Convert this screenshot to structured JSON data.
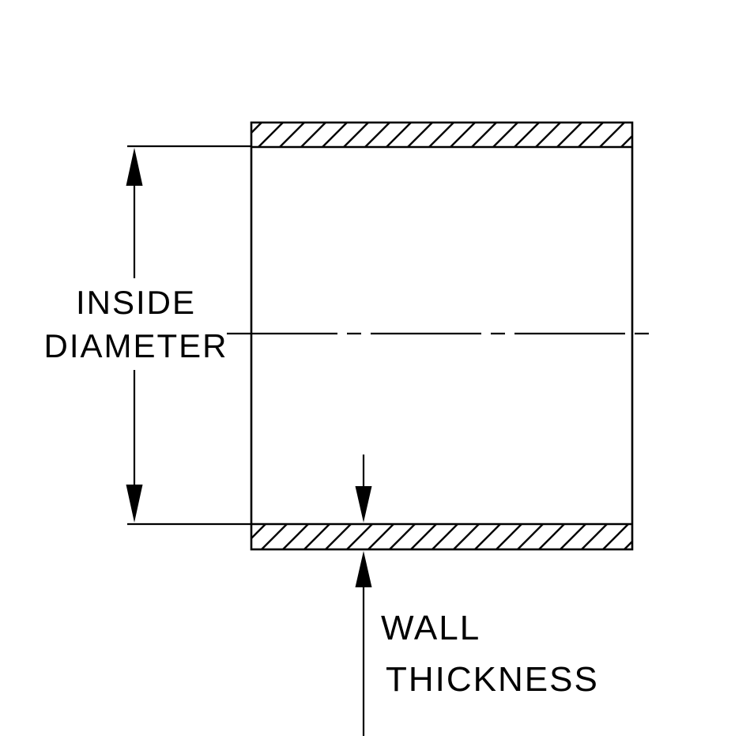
{
  "diagram": {
    "type": "technical-cross-section",
    "subject": "hose-coupler-tube-cross-section",
    "labels": {
      "inside_diameter_line1": "INSIDE",
      "inside_diameter_line2": "DIAMETER",
      "wall_thickness_line1": "WALL",
      "wall_thickness_line2": "THICKNESS"
    },
    "colors": {
      "line": "#000000",
      "background": "#ffffff",
      "text": "#000000"
    }
  }
}
